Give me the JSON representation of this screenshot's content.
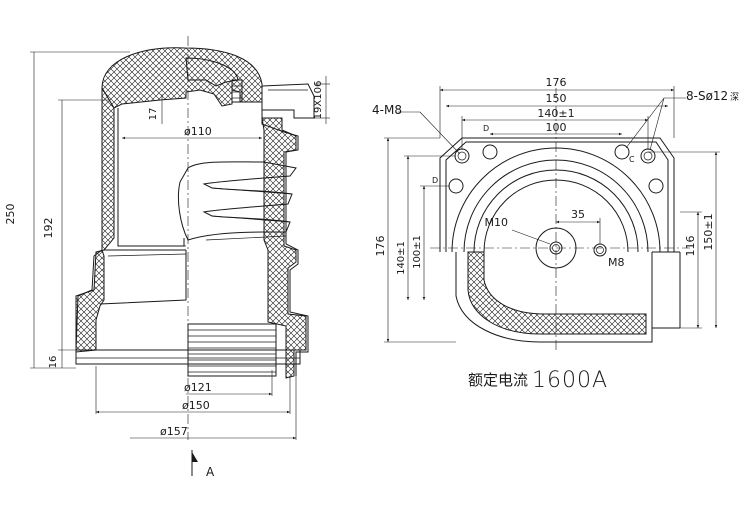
{
  "side_view": {
    "dims": {
      "overall_height": "250",
      "inner_height": "192",
      "base_height": "16",
      "top_offset": "17",
      "port_size": "19X106",
      "dia_110": "ø110",
      "dia_121": "ø121",
      "dia_150": "ø150",
      "dia_157": "ø157"
    },
    "section_label": "A"
  },
  "top_view": {
    "dims": {
      "width_176": "176",
      "width_150": "150",
      "width_140": "140±1",
      "width_100": "100",
      "height_176": "176",
      "height_140": "140±1",
      "height_100": "100±1",
      "height_116": "116",
      "height_150": "150±1",
      "m10_offset": "35"
    },
    "callouts": {
      "holes_m8": "4-M8",
      "holes_s12": "8-Sø12",
      "holes_s12_suffix": "深",
      "center_thread": "M10",
      "side_thread": "M8",
      "mark_d": "D",
      "mark_c": "C"
    }
  },
  "rating": {
    "label": "额定电流",
    "value": "1600A"
  }
}
